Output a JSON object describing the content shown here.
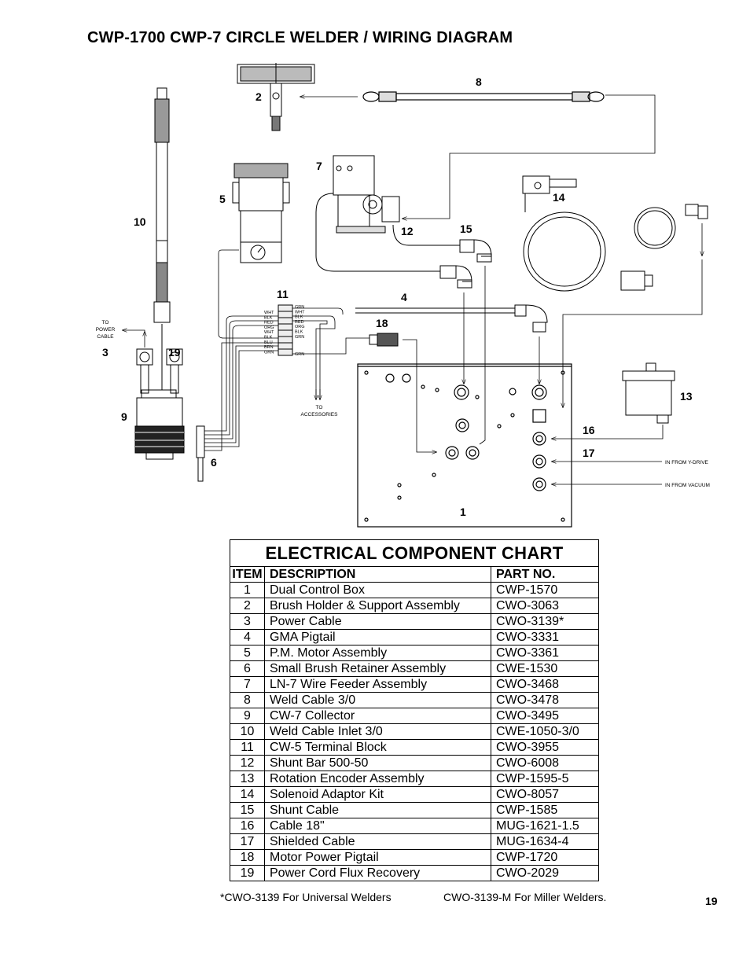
{
  "title": "CWP-1700 CWP-7 CIRCLE WELDER / WIRING DIAGRAM",
  "diagram": {
    "callouts": [
      "1",
      "2",
      "3",
      "4",
      "5",
      "6",
      "7",
      "8",
      "9",
      "10",
      "11",
      "12",
      "13",
      "14",
      "15",
      "16",
      "17",
      "18",
      "19"
    ],
    "labels": {
      "to_power_cable_1": "TO",
      "to_power_cable_2": "POWER",
      "to_power_cable_3": "CABLE",
      "to_accessories_1": "TO",
      "to_accessories_2": "ACCESSORIES",
      "in_from_y_drive": "IN FROM Y-DRIVE",
      "in_from_vacuum": "IN FROM VACUUM"
    },
    "terminal_left": [
      "WHT",
      "BLK",
      "RED",
      "ORG",
      "WHT",
      "BLK",
      "BLU",
      "BRN",
      "GRN"
    ],
    "terminal_right": [
      "GRN",
      "WHT",
      "BLK",
      "RED",
      "ORG",
      "BLK",
      "GRN",
      "GRN"
    ]
  },
  "chart": {
    "heading": "ELECTRICAL COMPONENT CHART",
    "columns": [
      "ITEM",
      "DESCRIPTION",
      "PART NO."
    ],
    "rows": [
      {
        "item": "1",
        "description": "Dual Control Box",
        "part": "CWP-1570"
      },
      {
        "item": "2",
        "description": "Brush Holder & Support Assembly",
        "part": "CWO-3063"
      },
      {
        "item": "3",
        "description": "Power Cable",
        "part": "CWO-3139*"
      },
      {
        "item": "4",
        "description": "GMA Pigtail",
        "part": "CWO-3331"
      },
      {
        "item": "5",
        "description": "P.M. Motor Assembly",
        "part": "CWO-3361"
      },
      {
        "item": "6",
        "description": "Small Brush Retainer Assembly",
        "part": "CWE-1530"
      },
      {
        "item": "7",
        "description": "LN-7 Wire Feeder Assembly",
        "part": "CWO-3468"
      },
      {
        "item": "8",
        "description": "Weld Cable 3/0",
        "part": "CWO-3478"
      },
      {
        "item": "9",
        "description": "CW-7 Collector",
        "part": "CWO-3495"
      },
      {
        "item": "10",
        "description": "Weld Cable Inlet 3/0",
        "part": "CWE-1050-3/0"
      },
      {
        "item": "11",
        "description": "CW-5 Terminal Block",
        "part": "CWO-3955"
      },
      {
        "item": "12",
        "description": "Shunt Bar 500-50",
        "part": "CWO-6008"
      },
      {
        "item": "13",
        "description": "Rotation Encoder Assembly",
        "part": "CWP-1595-5"
      },
      {
        "item": "14",
        "description": "Solenoid Adaptor Kit",
        "part": "CWO-8057"
      },
      {
        "item": "15",
        "description": "Shunt Cable",
        "part": "CWP-1585"
      },
      {
        "item": "16",
        "description": "Cable 18\"",
        "part": "MUG-1621-1.5"
      },
      {
        "item": "17",
        "description": "Shielded Cable",
        "part": "MUG-1634-4"
      },
      {
        "item": "18",
        "description": "Motor Power Pigtail",
        "part": "CWP-1720"
      },
      {
        "item": "19",
        "description": "Power Cord Flux Recovery",
        "part": "CWO-2029"
      }
    ]
  },
  "footnote_universal": "*CWO-3139 For Universal Welders",
  "footnote_miller": "CWO-3139-M For Miller Welders.",
  "page_number": "19"
}
